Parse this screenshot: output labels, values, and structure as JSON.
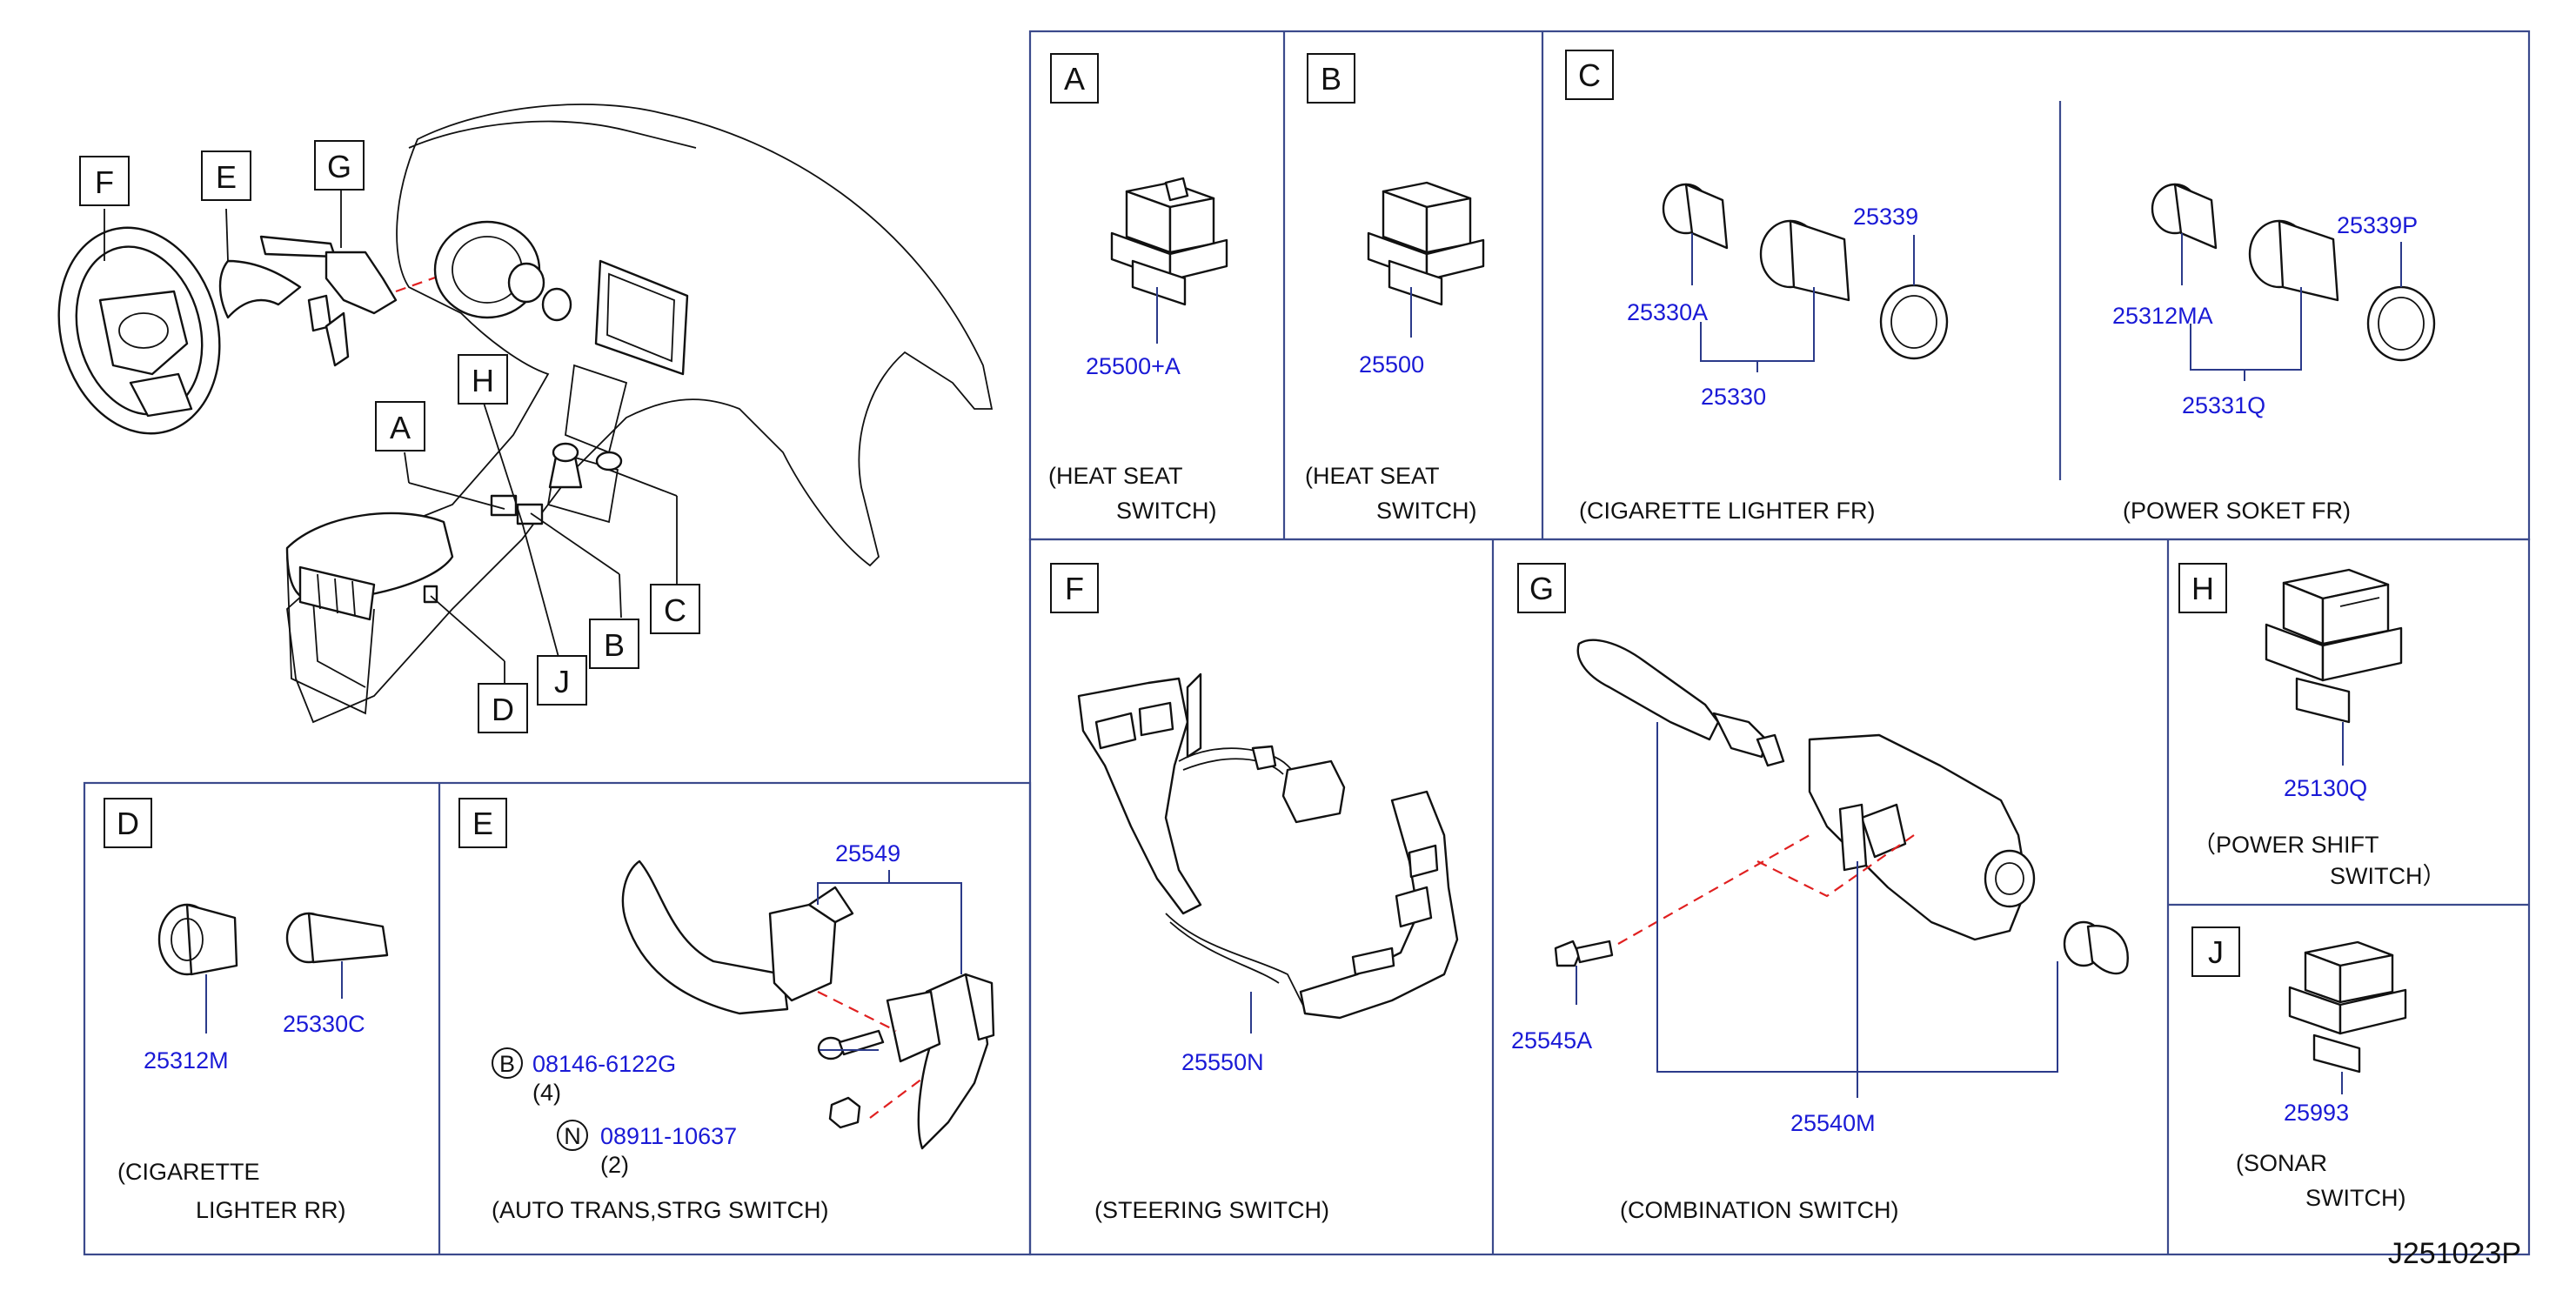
{
  "refcode": "J251023P",
  "overview": {
    "callouts": [
      "F",
      "E",
      "G",
      "H",
      "A",
      "C",
      "B",
      "D",
      "J"
    ]
  },
  "panels": {
    "A": {
      "letter": "A",
      "part": "25500+A",
      "caption1": "(HEAT   SEAT",
      "caption2": "SWITCH)"
    },
    "B": {
      "letter": "B",
      "part": "25500",
      "caption1": "(HEAT   SEAT",
      "caption2": "SWITCH)"
    },
    "C": {
      "letter": "C",
      "left": {
        "parts": [
          "25330A",
          "25339",
          "25330"
        ],
        "caption": "(CIGARETTE   LIGHTER   FR)"
      },
      "right": {
        "parts": [
          "25312MA",
          "25339P",
          "25331Q"
        ],
        "caption": "(POWER   SOKET   FR)"
      }
    },
    "D": {
      "letter": "D",
      "parts": [
        "25312M",
        "25330C"
      ],
      "caption1": "(CIGARETTE",
      "caption2": "LIGHTER   RR)"
    },
    "E": {
      "letter": "E",
      "part": "25549",
      "bolt": {
        "symbol": "B",
        "number": "08146-6122G",
        "qty": "(4)"
      },
      "nut": {
        "symbol": "N",
        "number": "08911-10637",
        "qty": "(2)"
      },
      "caption": "(AUTO    TRANS,STRG    SWITCH)"
    },
    "F": {
      "letter": "F",
      "part": "25550N",
      "caption": "(STEERING    SWITCH)"
    },
    "G": {
      "letter": "G",
      "parts": [
        "25545A",
        "25540M"
      ],
      "caption": "(COMBINATION    SWITCH)"
    },
    "H": {
      "letter": "H",
      "part": "25130Q",
      "caption1": "（POWER    SHIFT",
      "caption2": "SWITCH）"
    },
    "J": {
      "letter": "J",
      "part": "25993",
      "caption1": "(SONAR",
      "caption2": "SWITCH)"
    }
  },
  "colors": {
    "frame": "#3b4a8c",
    "part_number": "#1a1ad6",
    "dashed_guide": "#e02020"
  }
}
